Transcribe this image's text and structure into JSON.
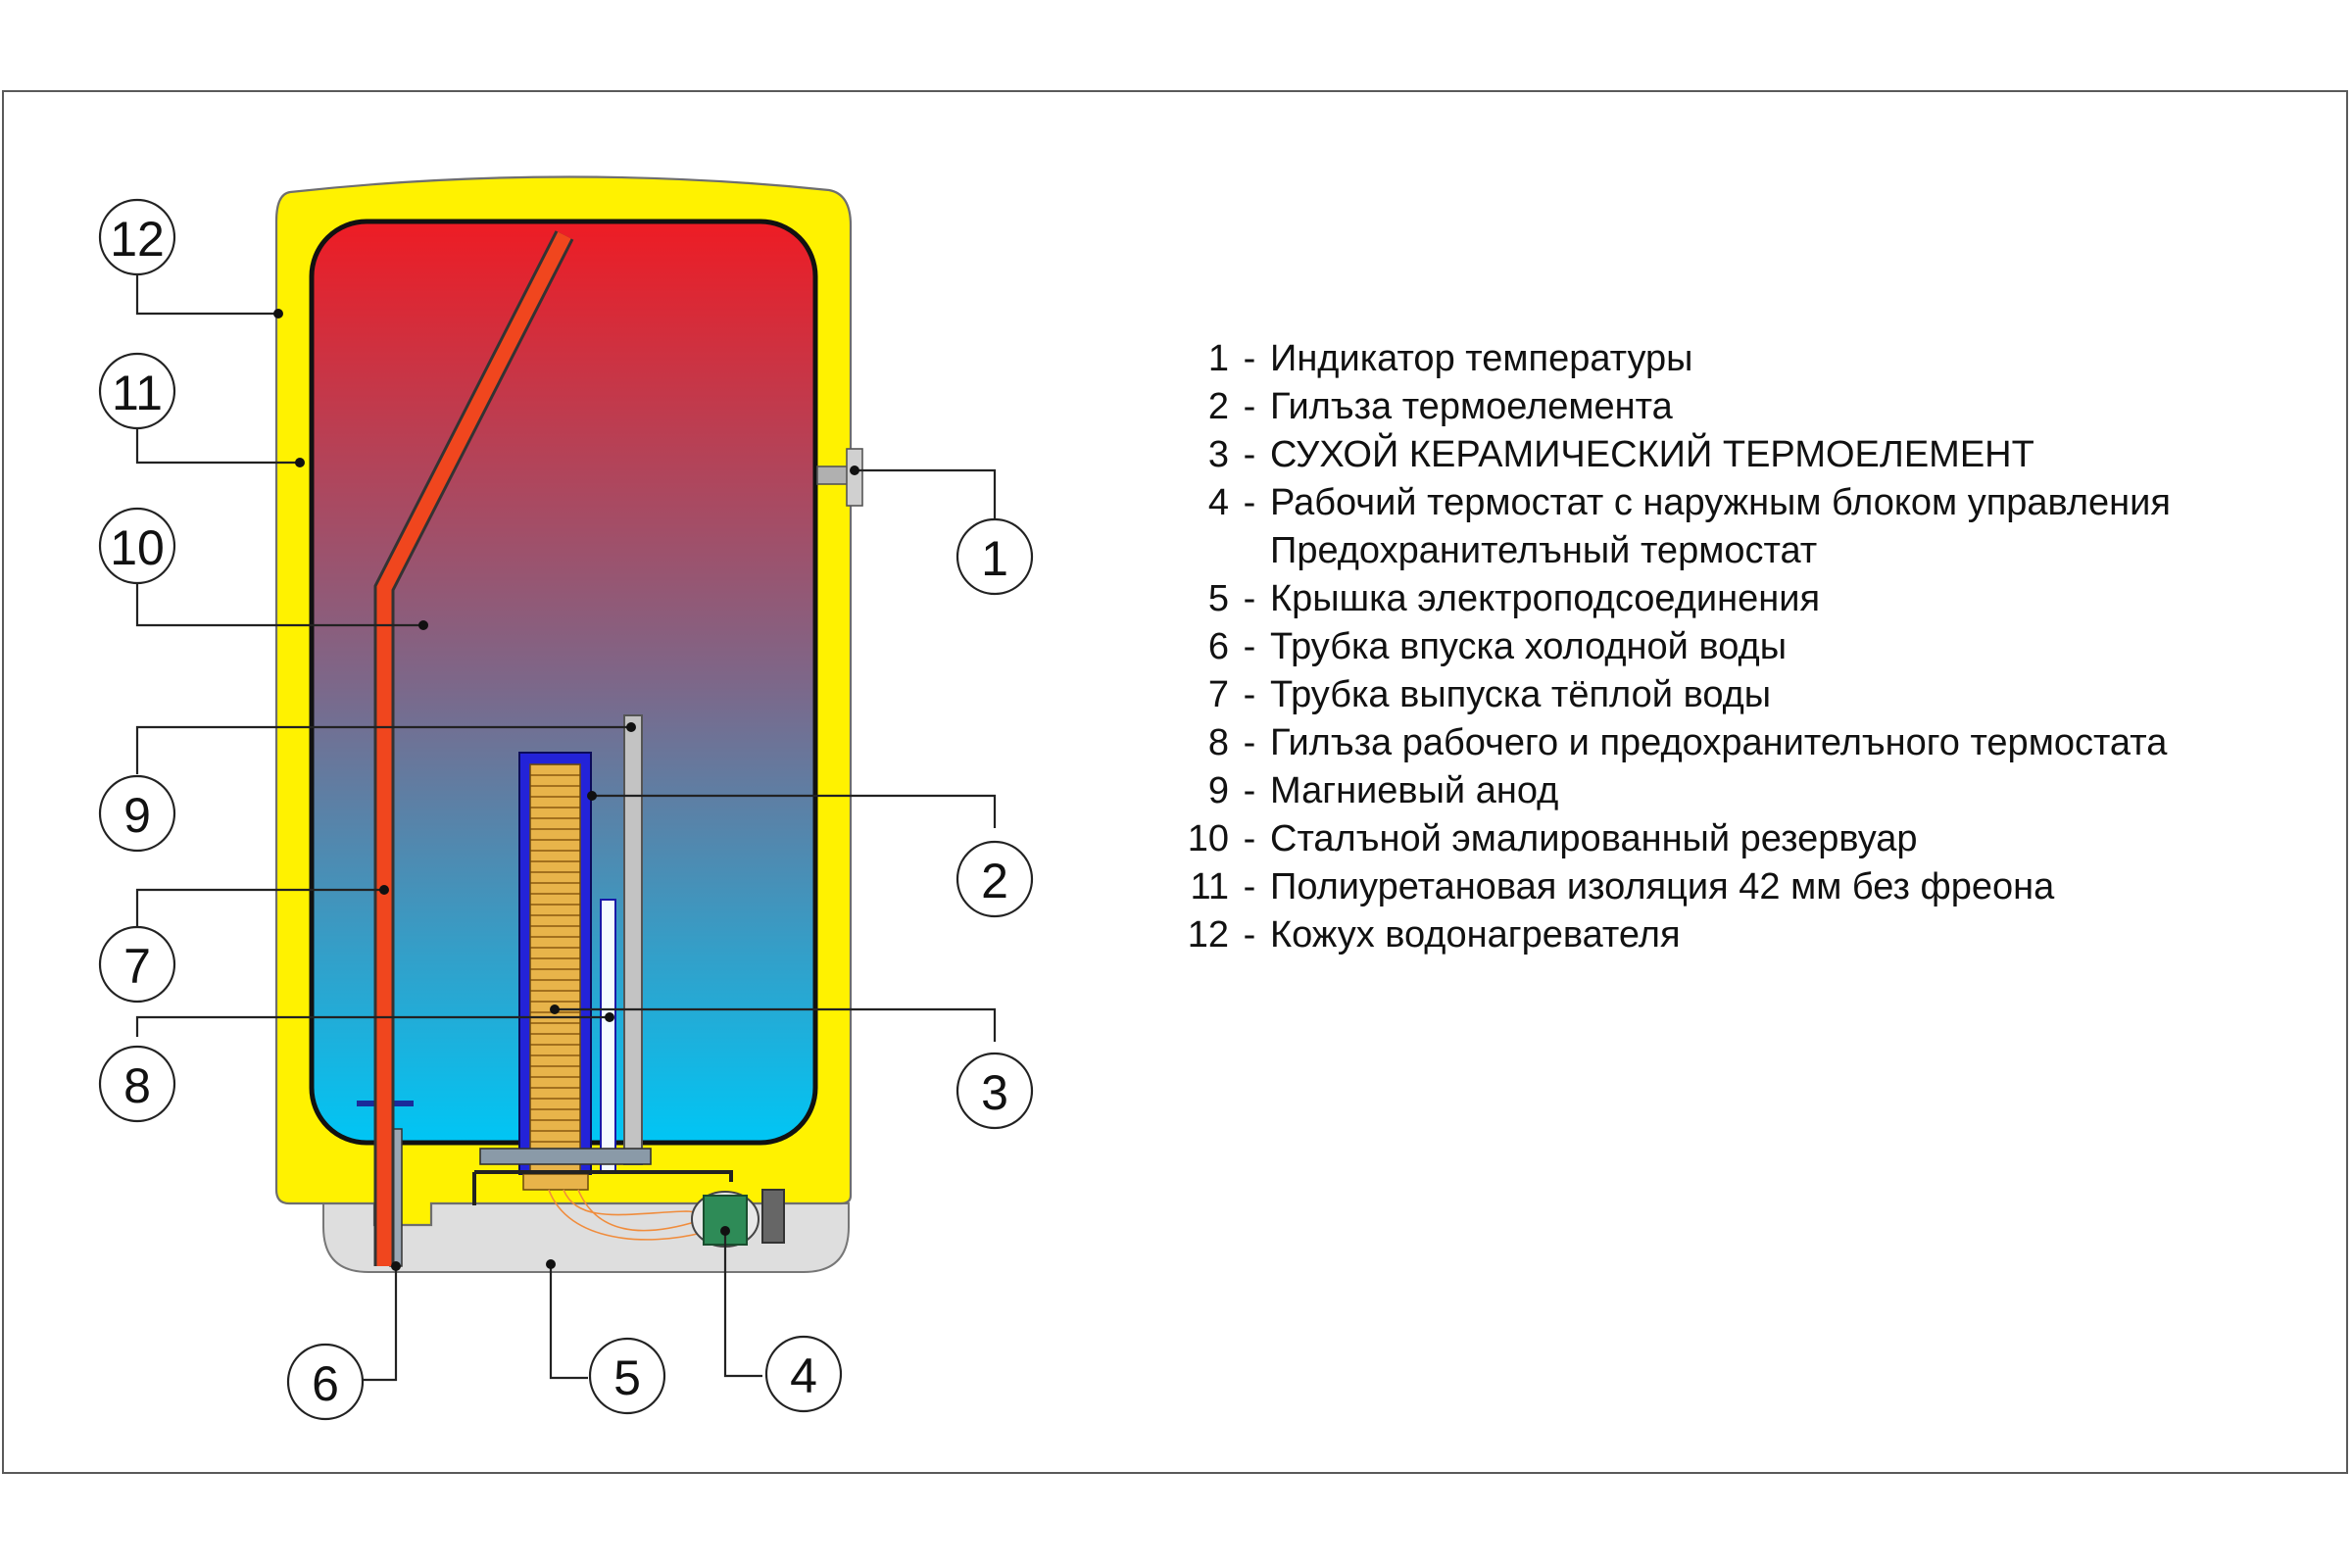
{
  "colors": {
    "casing": "#fff200",
    "tank_top": "#ee1c24",
    "tank_bottom": "#00c6f5",
    "thermo_sleeve": "#2323d8",
    "heater": "#e8b44a",
    "hot_pipe": "#f0461e",
    "anode": "#c3c3c3",
    "cover": "#dedede",
    "thermostat": "#2e8b57"
  },
  "diagram": {
    "callouts": [
      "1",
      "2",
      "3",
      "4",
      "5",
      "6",
      "7",
      "8",
      "9",
      "10",
      "11",
      "12"
    ]
  },
  "legend": {
    "separator": "-",
    "items": [
      {
        "num": "1",
        "text": "Индикатор температуры"
      },
      {
        "num": "2",
        "text": "Гилъза термоелемента"
      },
      {
        "num": "3",
        "text": "СУХОЙ КЕРАМИЧЕСКИЙ ТЕРМОЕЛЕМЕНТ"
      },
      {
        "num": "4",
        "text": "Рабочий термостат с наружным блоком управления"
      },
      {
        "num": "",
        "text": "Предохранителъный термостат"
      },
      {
        "num": "5",
        "text": "Крышка электроподсоединения"
      },
      {
        "num": "6",
        "text": "Трубка впуска холодной воды"
      },
      {
        "num": "7",
        "text": "Трубка выпуска тёплой воды"
      },
      {
        "num": "8",
        "text": "Гилъза рабочего и предохранителъного термостата"
      },
      {
        "num": "9",
        "text": "Магниевый анод"
      },
      {
        "num": "10",
        "text": "Сталъной эмалированный резервуар"
      },
      {
        "num": "11",
        "text": "Полиуретановая изоляция 42 мм без фреона"
      },
      {
        "num": "12",
        "text": "Кожух водонагревателя"
      }
    ]
  }
}
